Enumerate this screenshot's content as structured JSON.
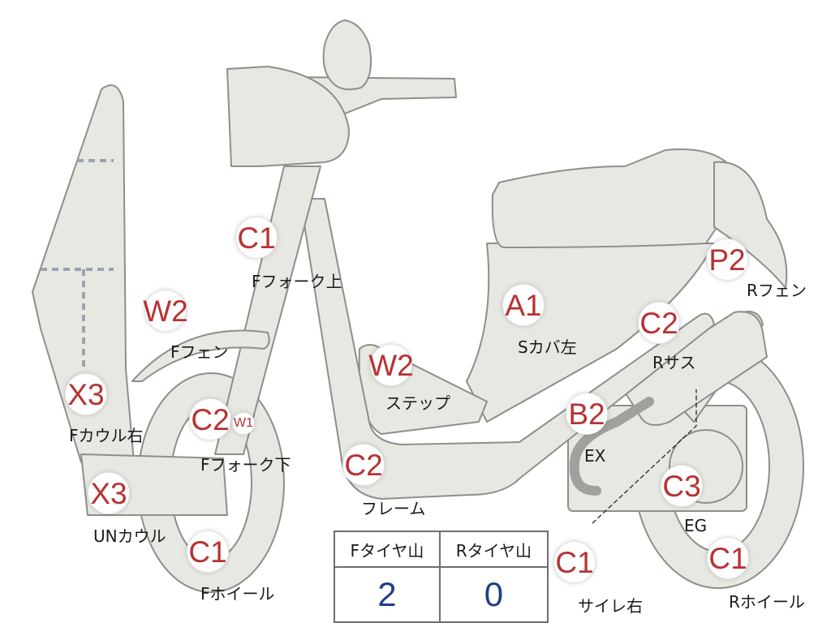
{
  "colors": {
    "body_fill": "#e8e8e3",
    "body_stroke": "#8e8e8a",
    "dotted_line": "#9aa3b0",
    "dark_part": "#a0a09c",
    "badge_text": "#b83232",
    "label_text": "#1a1a1a",
    "table_value": "#1f3f8a"
  },
  "badges": [
    {
      "id": "c1-front-fork-upper",
      "grade": "C1",
      "label": "Fフォーク上"
    },
    {
      "id": "w2-front-fender",
      "grade": "W2",
      "label": "Fフェン"
    },
    {
      "id": "x3-front-cowl-right",
      "grade": "X3",
      "label": "Fカウル右"
    },
    {
      "id": "c2-front-fork-lower",
      "grade": "C2",
      "label": "Fフォーク下"
    },
    {
      "id": "w1-front-fork-lower",
      "grade": "W1",
      "label": ""
    },
    {
      "id": "x3-under-cowl",
      "grade": "X3",
      "label": "UNカウル"
    },
    {
      "id": "c1-front-wheel",
      "grade": "C1",
      "label": "Fホイール"
    },
    {
      "id": "w2-step",
      "grade": "W2",
      "label": "ステップ"
    },
    {
      "id": "c2-frame",
      "grade": "C2",
      "label": "フレーム"
    },
    {
      "id": "a1-side-cover-left",
      "grade": "A1",
      "label": "Sカバ左"
    },
    {
      "id": "p2-rear-fender",
      "grade": "P2",
      "label": "Rフェン"
    },
    {
      "id": "c2-rear-suspension",
      "grade": "C2",
      "label": "Rサス"
    },
    {
      "id": "b2-exhaust",
      "grade": "B2",
      "label": "EX"
    },
    {
      "id": "c3-engine",
      "grade": "C3",
      "label": "EG"
    },
    {
      "id": "c1-muffler-right",
      "grade": "C1",
      "label": "サイレ右"
    },
    {
      "id": "c1-rear-wheel",
      "grade": "C1",
      "label": "Rホイール"
    }
  ],
  "tire_table": {
    "headers": [
      "Fタイヤ山",
      "Rタイヤ山"
    ],
    "values": [
      "2",
      "0"
    ]
  }
}
